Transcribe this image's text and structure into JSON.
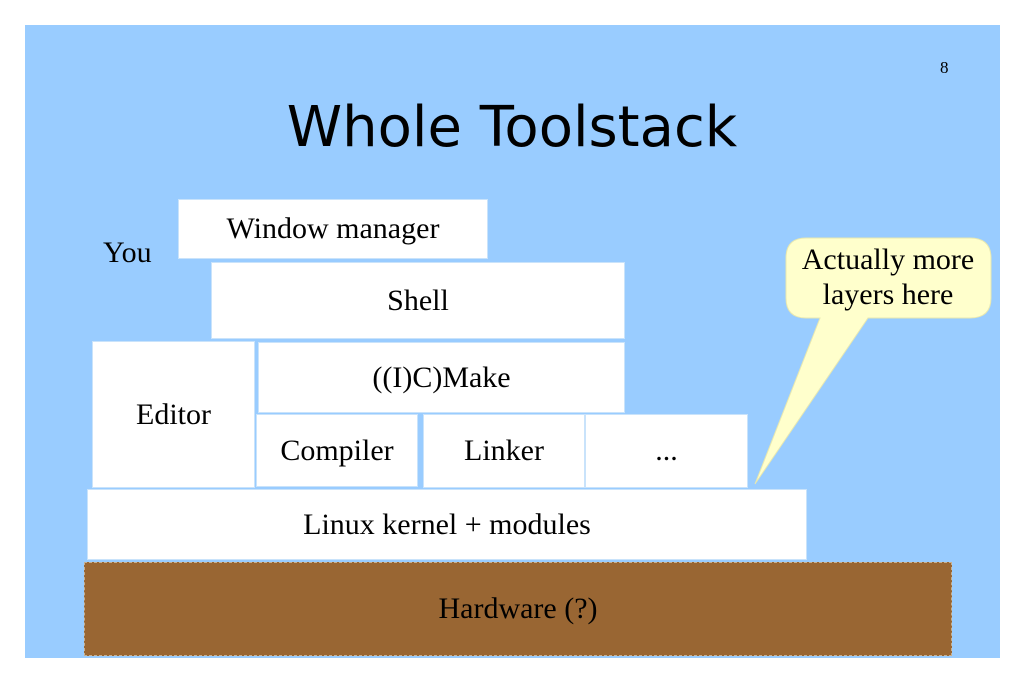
{
  "slide": {
    "page_number": "8",
    "title": "Whole Toolstack"
  },
  "diagram": {
    "you_label": "You",
    "layers": {
      "window_manager": "Window manager",
      "shell": "Shell",
      "editor": "Editor",
      "make": "((I)C)Make",
      "compiler": "Compiler",
      "linker": "Linker",
      "ellipsis": "...",
      "kernel": "Linux kernel + modules",
      "hardware": "Hardware (?)"
    },
    "callout": {
      "line1": "Actually more",
      "line2": "layers here"
    },
    "colors": {
      "background": "#99ccff",
      "box": "#ffffff",
      "hardware": "#996633",
      "callout_fill": "#ffffcc"
    }
  }
}
